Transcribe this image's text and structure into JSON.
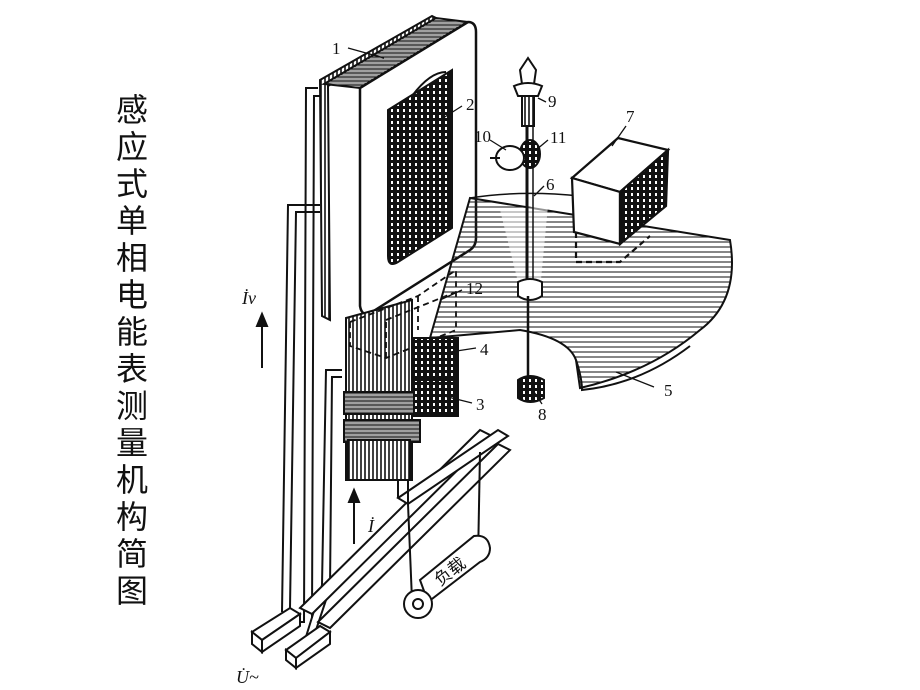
{
  "title": "感应式单相电能表测量机构简图",
  "parts": {
    "p1": "1",
    "p2": "2",
    "p3": "3",
    "p4": "4",
    "p5": "5",
    "p6": "6",
    "p7": "7",
    "p8": "8",
    "p9": "9",
    "p10": "10",
    "p11": "11",
    "p12": "12"
  },
  "signals": {
    "voltage_current": "İv",
    "load_current": "İ",
    "supply_voltage": "U̇~"
  },
  "load_label": "负载"
}
